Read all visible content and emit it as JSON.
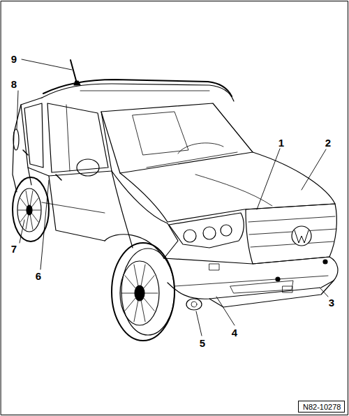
{
  "diagram": {
    "nodes": [
      {
        "text": [
          "N82-10278"
        ]
      }
    ],
    "labels": [
      "9",
      "8",
      "1",
      "2",
      "7",
      "6",
      "3",
      "4",
      "5"
    ]
  }
}
